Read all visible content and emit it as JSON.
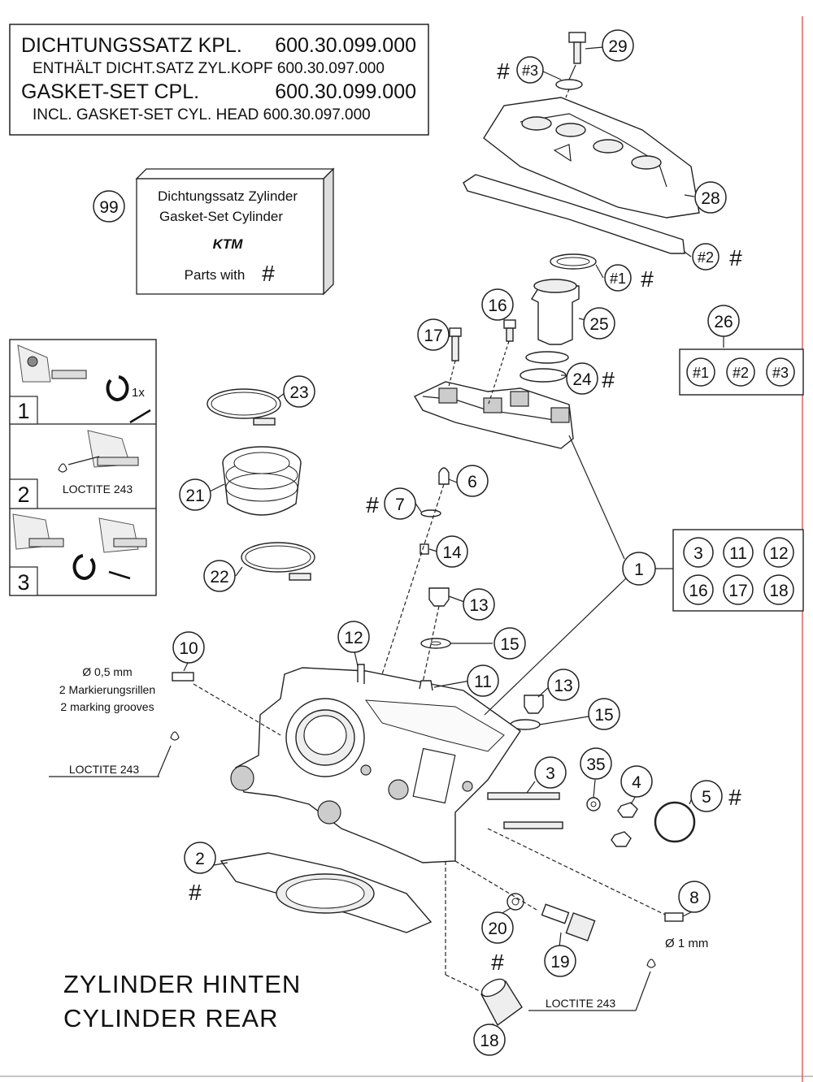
{
  "header_box": {
    "line1_label": "DICHTUNGSSATZ KPL.",
    "line1_number": "600.30.099.000",
    "line2": "ENTHÄLT DICHT.SATZ ZYL.KOPF 600.30.097.000",
    "line3_label": "GASKET-SET CPL.",
    "line3_number": "600.30.099.000",
    "line4": "INCL. GASKET-SET CYL. HEAD 600.30.097.000"
  },
  "kit_box": {
    "ref": "99",
    "line1": "Dichtungssatz Zylinder",
    "line2": "Gasket-Set Cylinder",
    "logo": "KTM",
    "parts_text": "Parts with",
    "hash": "#"
  },
  "steps": [
    {
      "number": "1",
      "annotation": "1x"
    },
    {
      "number": "2",
      "annotation": "LOCTITE 243"
    },
    {
      "number": "3",
      "annotation": ""
    }
  ],
  "group_26": {
    "ref": "26",
    "items": [
      "#1",
      "#2",
      "#3"
    ]
  },
  "group_1": {
    "ref": "1",
    "items": [
      "3",
      "11",
      "12",
      "16",
      "17",
      "18"
    ]
  },
  "notes": {
    "sensor10_diameter": "Ø 0,5 mm",
    "sensor10_grooves_de": "2 Markierungsrillen",
    "sensor10_grooves_en": "2 marking grooves",
    "loctite_left": "LOCTITE 243",
    "sensor8_diameter": "Ø 1 mm",
    "loctite_right": "LOCTITE 243"
  },
  "callouts": {
    "c29": "29",
    "c3h": "#3",
    "c28": "28",
    "c2h": "#2",
    "c1h": "#1",
    "c16": "16",
    "c17": "17",
    "c25": "25",
    "c24": "24",
    "c23": "23",
    "c21": "21",
    "c22": "22",
    "c6": "6",
    "c7": "7",
    "c14": "14",
    "c13a": "13",
    "c15a": "15",
    "c12": "12",
    "c11": "11",
    "c10": "10",
    "c13b": "13",
    "c15b": "15",
    "c3": "3",
    "c35": "35",
    "c4": "4",
    "c5": "5",
    "c2": "2",
    "c8": "8",
    "c20": "20",
    "c19": "19",
    "c18": "18",
    "hash": "#"
  },
  "title": {
    "line1": "ZYLINDER HINTEN",
    "line2": "CYLINDER REAR"
  }
}
